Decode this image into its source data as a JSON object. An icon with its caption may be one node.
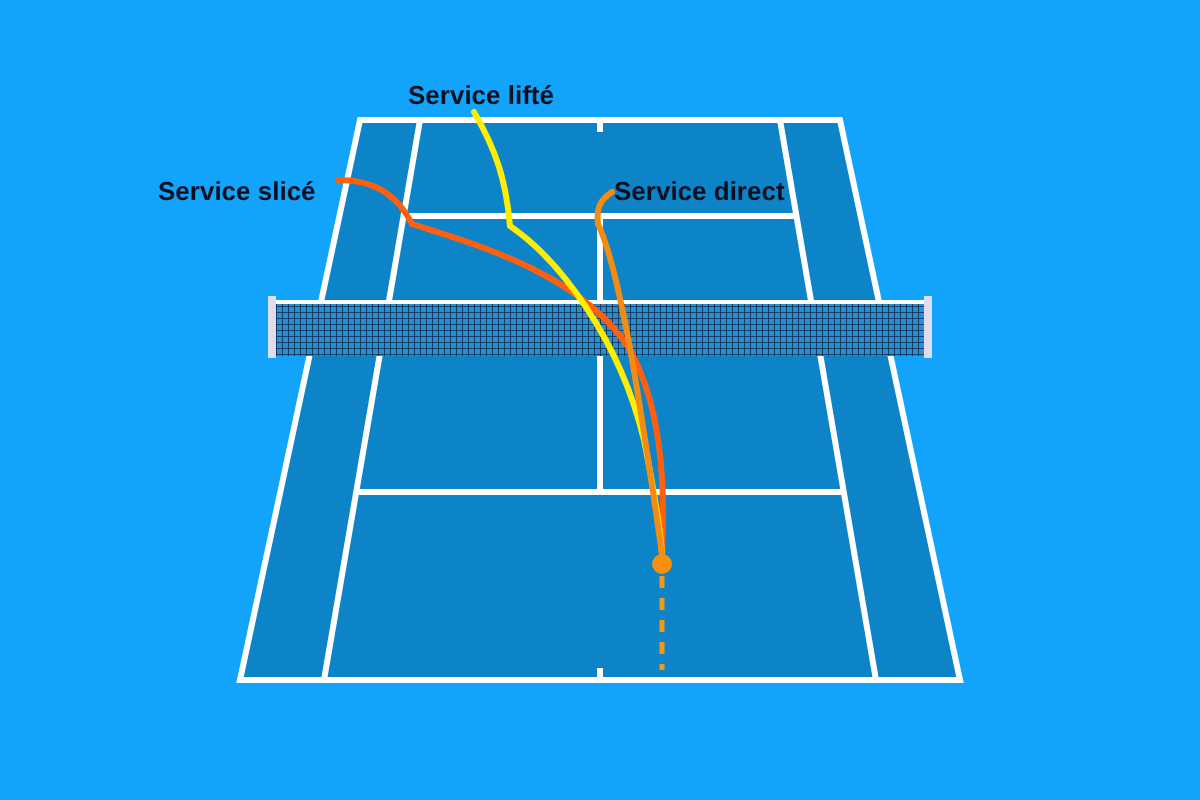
{
  "diagram": {
    "nodes": [
      {
        "text": [
          "Service slicé"
        ]
      },
      {
        "text": [
          "Service lifté"
        ]
      },
      {
        "text": [
          "Service direct"
        ]
      },
      {
        "text": [],
        "shape": "circle"
      }
    ],
    "edges": [
      {
        "from": 0,
        "to": 3,
        "arrow": "none",
        "color": "#ff5f0f"
      },
      {
        "from": 1,
        "to": 3,
        "arrow": "none",
        "color": "#ffee00"
      },
      {
        "from": 2,
        "to": 3,
        "arrow": "none",
        "color": "#f28c12"
      }
    ]
  }
}
